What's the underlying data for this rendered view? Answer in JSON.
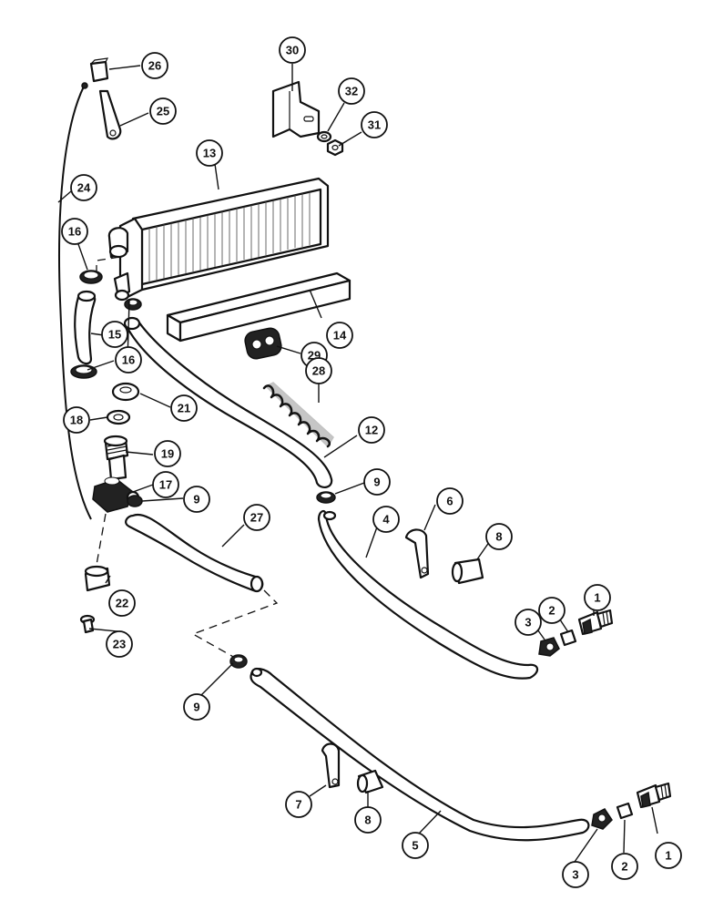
{
  "colors": {
    "ink": "#111111",
    "paper": "#ffffff"
  },
  "callouts": [
    {
      "id": "c26",
      "label": "26"
    },
    {
      "id": "c25",
      "label": "25"
    },
    {
      "id": "c30",
      "label": "30"
    },
    {
      "id": "c32",
      "label": "32"
    },
    {
      "id": "c31",
      "label": "31"
    },
    {
      "id": "c13",
      "label": "13"
    },
    {
      "id": "c24",
      "label": "24"
    },
    {
      "id": "c16a",
      "label": "16"
    },
    {
      "id": "c14",
      "label": "14"
    },
    {
      "id": "c15",
      "label": "15"
    },
    {
      "id": "c29",
      "label": "29"
    },
    {
      "id": "c16b",
      "label": "16"
    },
    {
      "id": "c28",
      "label": "28"
    },
    {
      "id": "c21",
      "label": "21"
    },
    {
      "id": "c18",
      "label": "18"
    },
    {
      "id": "c12",
      "label": "12"
    },
    {
      "id": "c19",
      "label": "19"
    },
    {
      "id": "c17",
      "label": "17"
    },
    {
      "id": "c9a",
      "label": "9"
    },
    {
      "id": "c9b",
      "label": "9"
    },
    {
      "id": "c6",
      "label": "6"
    },
    {
      "id": "c27",
      "label": "27"
    },
    {
      "id": "c4",
      "label": "4"
    },
    {
      "id": "c8a",
      "label": "8"
    },
    {
      "id": "c1a",
      "label": "1"
    },
    {
      "id": "c22",
      "label": "22"
    },
    {
      "id": "c2a",
      "label": "2"
    },
    {
      "id": "c3a",
      "label": "3"
    },
    {
      "id": "c23",
      "label": "23"
    },
    {
      "id": "c9c",
      "label": "9"
    },
    {
      "id": "c7",
      "label": "7"
    },
    {
      "id": "c8b",
      "label": "8"
    },
    {
      "id": "c5",
      "label": "5"
    },
    {
      "id": "c1b",
      "label": "1"
    },
    {
      "id": "c2b",
      "label": "2"
    },
    {
      "id": "c3b",
      "label": "3"
    }
  ]
}
